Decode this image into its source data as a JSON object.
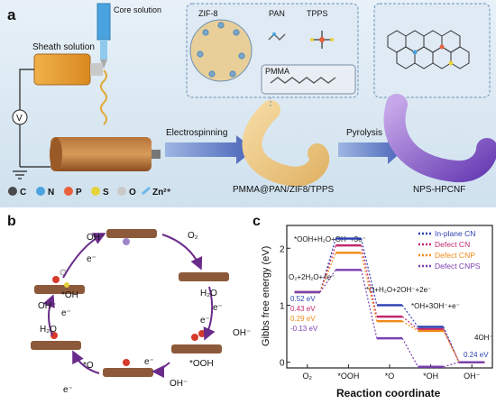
{
  "panel_a": {
    "label": "a",
    "labels": {
      "core_solution": "Core solution",
      "sheath_solution": "Sheath solution",
      "voltage": "V",
      "electrospinning": "Electrospinning",
      "pyrolysis": "Pyrolysis",
      "zif8": "ZIF-8",
      "pan": "PAN",
      "tpps": "TPPS",
      "pmma": "PMMA",
      "fiber_product": "PMMA@PAN/ZIF8/TPPS",
      "final_product": "NPS-HPCNF"
    },
    "legend": [
      {
        "symbol": "C",
        "color": "#4a4a4a"
      },
      {
        "symbol": "N",
        "color": "#4aa3df"
      },
      {
        "symbol": "P",
        "color": "#e8603c"
      },
      {
        "symbol": "S",
        "color": "#e6d23a"
      },
      {
        "symbol": "O",
        "color": "#c9c9c9"
      },
      {
        "symbol": "Zn²⁺",
        "color": "#6fb8e8"
      }
    ]
  },
  "panel_b": {
    "label": "b",
    "labels": {
      "o2": "O₂",
      "h2o_right": "H₂O",
      "e_right1": "e⁻",
      "e_right2": "e⁻",
      "oh_right": "OH⁻",
      "ooh": "*OOH",
      "e_bottom": "e⁻",
      "oh_bottom": "OH⁻",
      "o_star": "*O",
      "h2o_left": "H₂O",
      "e_left1": "e⁻",
      "e_left2": "e⁻",
      "oh_left": "OH⁻",
      "oh_star": "*OH",
      "oh_top": "OH⁻",
      "e_top": "e⁻"
    }
  },
  "panel_c": {
    "label": "c",
    "ylabel": "Gibbs free energy (eV)",
    "xlabel": "Reaction coordinate",
    "step_labels": {
      "s0": "O₂+2H₂O+4e⁻",
      "s1": "*OOH+H₂O+OH⁻+3e⁻",
      "s2": "*O+H₂O+2OH⁻+2e⁻",
      "s3": "*OH+3OH⁻+e⁻",
      "s4": "4OH⁻"
    },
    "overpotentials": [
      "0.52 eV",
      "0.43 eV",
      "0.29 eV",
      "-0.13 eV"
    ],
    "extra_value": "0.24 eV"
  },
  "chart_data": {
    "type": "line",
    "x": [
      "O₂",
      "*OOH",
      "*O",
      "*OH",
      "OH⁻"
    ],
    "ylim": [
      -0.1,
      2.4
    ],
    "y_ticks": [
      "0",
      "1",
      "2"
    ],
    "series": [
      {
        "name": "In-plane CN",
        "color": "#2b3fb0",
        "values": [
          1.23,
          2.17,
          1.0,
          0.62,
          0.0
        ]
      },
      {
        "name": "Defect CN",
        "color": "#c3286e",
        "values": [
          1.23,
          2.05,
          0.8,
          0.58,
          0.0
        ]
      },
      {
        "name": "Defect CNP",
        "color": "#f08a17",
        "values": [
          1.23,
          1.92,
          0.72,
          0.55,
          0.0
        ]
      },
      {
        "name": "Defect CNPS",
        "color": "#7a3fb0",
        "values": [
          1.23,
          1.62,
          0.42,
          -0.08,
          0.0
        ]
      }
    ],
    "legend_position": "top-right",
    "grid": false
  }
}
